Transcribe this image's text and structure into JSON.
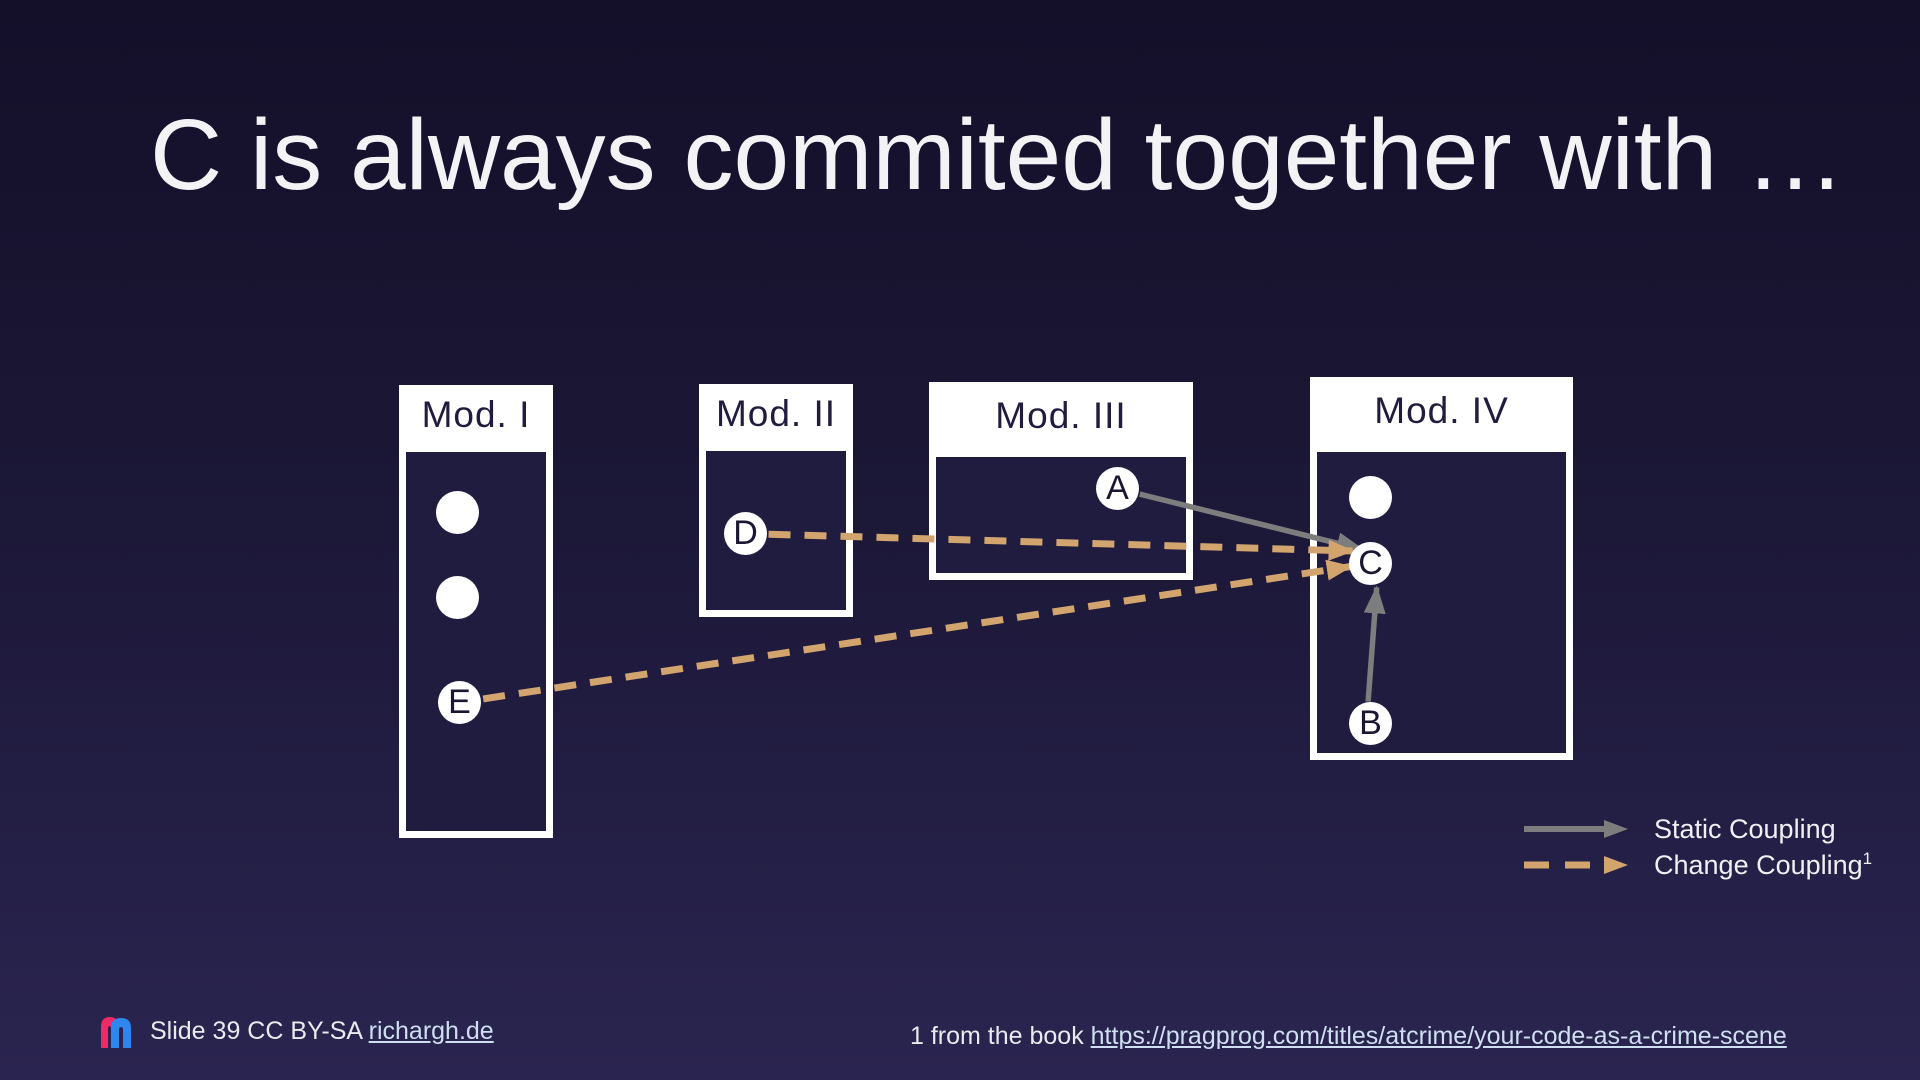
{
  "slide": {
    "title": "C is always commited together with …"
  },
  "colors": {
    "background_top": "#14102a",
    "background_bottom": "#2a2550",
    "static_coupling": "#7d7d7d",
    "change_coupling": "#d2a46e",
    "module_fill": "#ffffff",
    "link": "#cfdef1",
    "logo_pink": "#ee2a67",
    "logo_blue": "#2d87ee"
  },
  "diagram": {
    "modules": [
      {
        "id": "mod1",
        "label": "Mod. I"
      },
      {
        "id": "mod2",
        "label": "Mod. II"
      },
      {
        "id": "mod3",
        "label": "Mod. III"
      },
      {
        "id": "mod4",
        "label": "Mod. IV"
      }
    ],
    "nodes": [
      {
        "id": "dot1",
        "label": "",
        "module": "mod1"
      },
      {
        "id": "dot2",
        "label": "",
        "module": "mod1"
      },
      {
        "id": "E",
        "label": "E",
        "module": "mod1"
      },
      {
        "id": "D",
        "label": "D",
        "module": "mod2"
      },
      {
        "id": "A",
        "label": "A",
        "module": "mod3"
      },
      {
        "id": "dot3",
        "label": "",
        "module": "mod4"
      },
      {
        "id": "C",
        "label": "C",
        "module": "mod4"
      },
      {
        "id": "B",
        "label": "B",
        "module": "mod4"
      }
    ],
    "edges": [
      {
        "from": "A",
        "to": "C",
        "type": "static"
      },
      {
        "from": "B",
        "to": "C",
        "type": "static"
      },
      {
        "from": "D",
        "to": "C",
        "type": "change"
      },
      {
        "from": "E",
        "to": "C",
        "type": "change"
      }
    ]
  },
  "legend": {
    "items": [
      {
        "type": "static",
        "label": "Static Coupling",
        "sup": ""
      },
      {
        "type": "change",
        "label": "Change Coupling",
        "sup": "1"
      }
    ]
  },
  "footer": {
    "left_prefix": "Slide 39 CC BY-SA ",
    "left_link": "richargh.de",
    "right_prefix": "1 from the book ",
    "right_link": "https://pragprog.com/titles/atcrime/your-code-as-a-crime-scene"
  }
}
